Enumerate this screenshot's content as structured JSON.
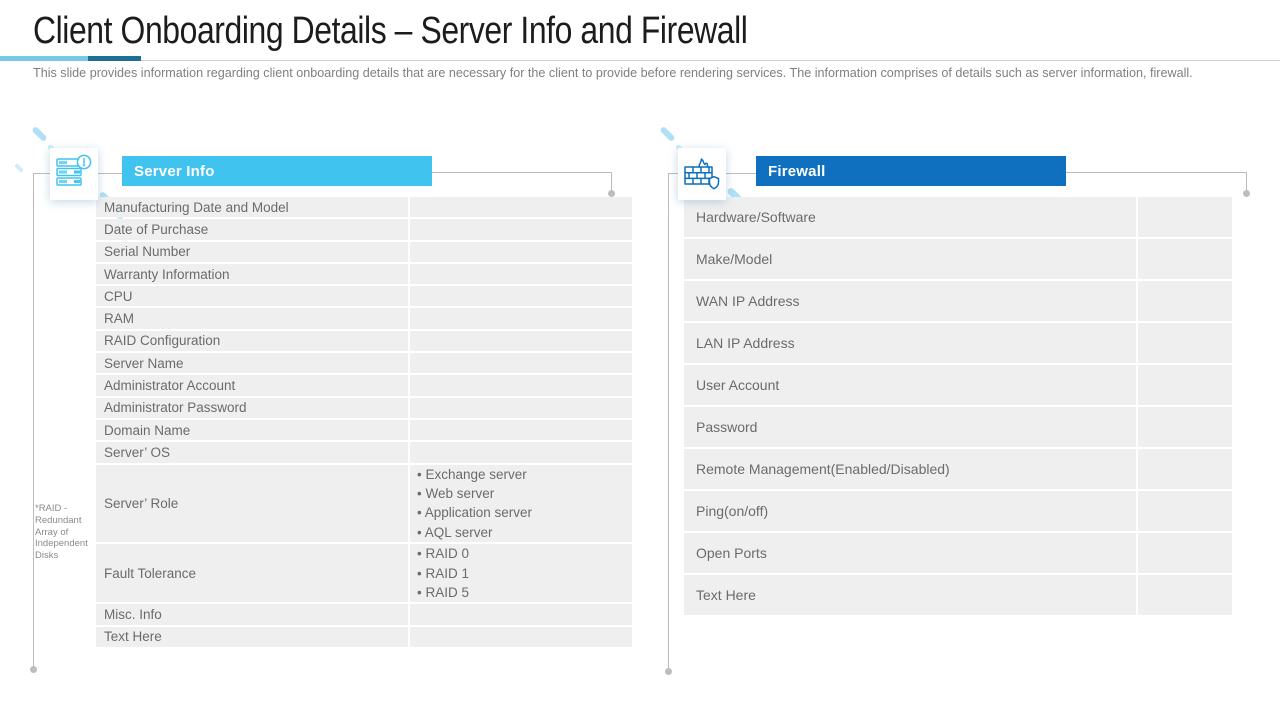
{
  "slide": {
    "title": "Client Onboarding Details – Server Info and Firewall",
    "subtitle": "This slide provides information regarding client onboarding details that are necessary for the client to provide before rendering services. The information comprises of details such as server information, firewall."
  },
  "server_info": {
    "header": "Server Info",
    "icon": "server-alert-icon",
    "note": "*RAID -\nRedundant\nArray of\nIndependent\nDisks",
    "rows": [
      {
        "label": "Manufacturing Date and Model",
        "value": ""
      },
      {
        "label": "Date of Purchase",
        "value": ""
      },
      {
        "label": "Serial Number",
        "value": ""
      },
      {
        "label": "Warranty Information",
        "value": ""
      },
      {
        "label": "CPU",
        "value": ""
      },
      {
        "label": "RAM",
        "value": ""
      },
      {
        "label": "RAID Configuration",
        "value": ""
      },
      {
        "label": "Server Name",
        "value": ""
      },
      {
        "label": "Administrator Account",
        "value": ""
      },
      {
        "label": "Administrator Password",
        "value": ""
      },
      {
        "label": "Domain Name",
        "value": ""
      },
      {
        "label": "Server’ OS",
        "value": ""
      },
      {
        "label": "Server’ Role",
        "bullets": [
          "Exchange server",
          "Web server",
          "Application server",
          "AQL server"
        ]
      },
      {
        "label": "Fault Tolerance",
        "bullets": [
          "RAID 0",
          "RAID 1",
          "RAID 5"
        ]
      },
      {
        "label": "Misc. Info",
        "value": ""
      },
      {
        "label": "Text Here",
        "value": ""
      }
    ]
  },
  "firewall": {
    "header": "Firewall",
    "icon": "firewall-icon",
    "rows": [
      {
        "label": "Hardware/Software",
        "value": ""
      },
      {
        "label": "Make/Model",
        "value": ""
      },
      {
        "label": "WAN IP Address",
        "value": ""
      },
      {
        "label": "LAN IP Address",
        "value": ""
      },
      {
        "label": "User Account",
        "value": ""
      },
      {
        "label": "Password",
        "value": ""
      },
      {
        "label": "Remote Management(Enabled/Disabled)",
        "value": ""
      },
      {
        "label": "Ping(on/off)",
        "value": ""
      },
      {
        "label": "Open Ports",
        "value": ""
      },
      {
        "label": "Text Here",
        "value": ""
      }
    ]
  },
  "colors": {
    "server_header_bg": "#41C3EF",
    "firewall_header_bg": "#0E70BE",
    "row_bg": "#EFEFEF",
    "title_rule_light": "#79C9E6",
    "title_rule_dark": "#1E6E97",
    "connector": "#BCBCBC",
    "label_text": "#6B6B6B"
  }
}
